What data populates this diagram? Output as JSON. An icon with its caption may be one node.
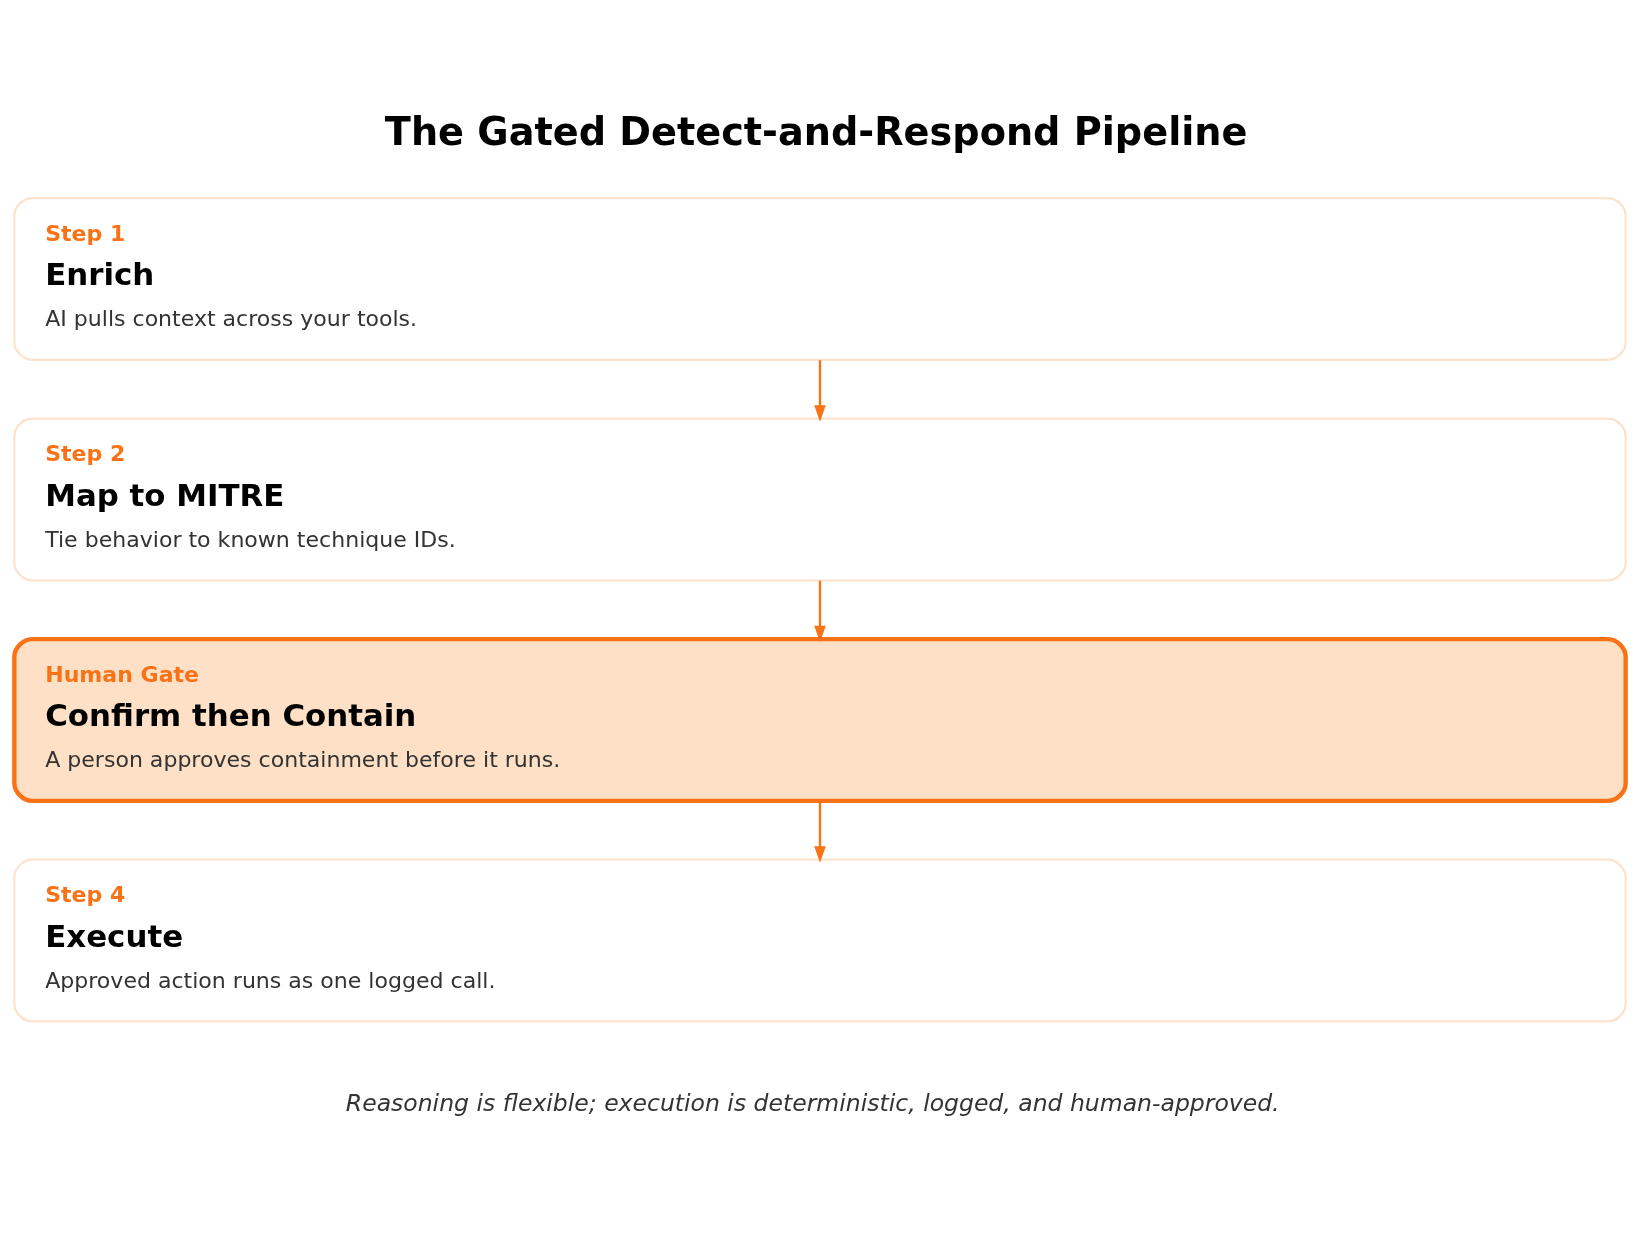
{
  "diagram": {
    "title": "The Gated Detect-and-Respond Pipeline",
    "caption": "Reasoning is flexible; execution is deterministic, logged, and human-approved.",
    "nodes": [
      {
        "text": [
          "Step 1",
          "Enrich",
          "AI pulls context across your tools."
        ]
      },
      {
        "text": [
          "Step 2",
          "Map to MITRE",
          "Tie behavior to known technique IDs."
        ]
      },
      {
        "text": [
          "Human Gate",
          "Confirm then Contain",
          "A person approves containment before it runs."
        ]
      },
      {
        "text": [
          "Step 4",
          "Execute",
          "Approved action runs as one logged call."
        ]
      }
    ],
    "edges": [
      {
        "from": 0,
        "to": 1,
        "arrow": "to"
      },
      {
        "from": 1,
        "to": 2,
        "arrow": "to"
      },
      {
        "from": 2,
        "to": 3,
        "arrow": "to"
      }
    ]
  }
}
